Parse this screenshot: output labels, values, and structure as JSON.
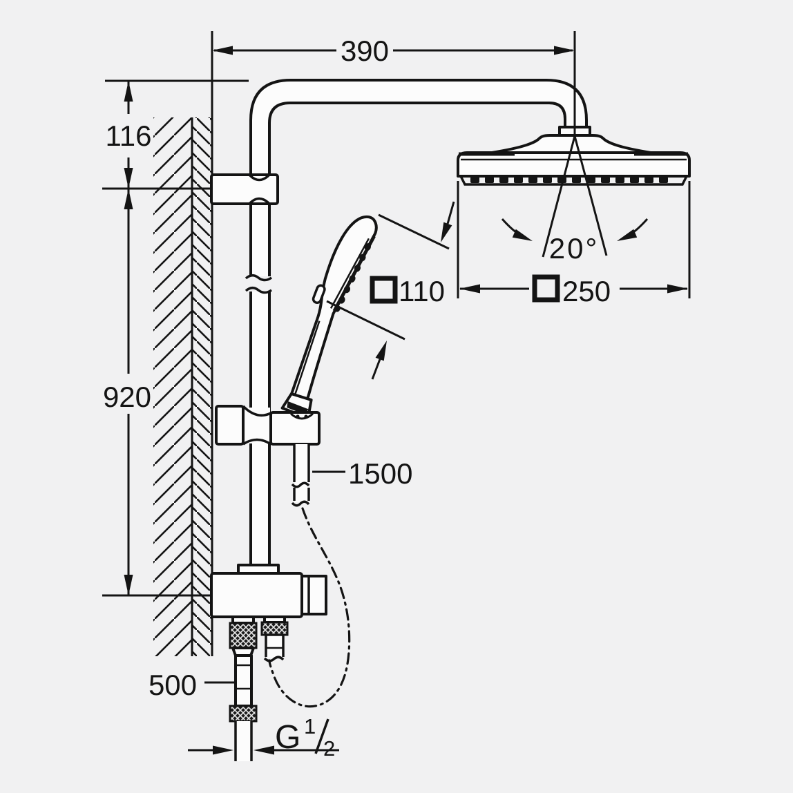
{
  "drawing": {
    "kind": "shower-system-installation-dimension-drawing",
    "background": "#f1f1f2",
    "line_color": "#141414",
    "labels": {
      "arm_projection": "390",
      "top_offset": "116",
      "rail_height": "920",
      "head_tilt_angle": "20°",
      "hand_shower_face_size": "110",
      "head_shower_face_size": "250",
      "shower_hose_length": "1500",
      "inlet_hose_length": "500",
      "thread_letter": "G",
      "thread_numerator": "1",
      "thread_denominator": "2"
    },
    "symbols": {
      "square_before_110": "square-section-symbol",
      "square_before_250": "square-section-symbol"
    }
  }
}
